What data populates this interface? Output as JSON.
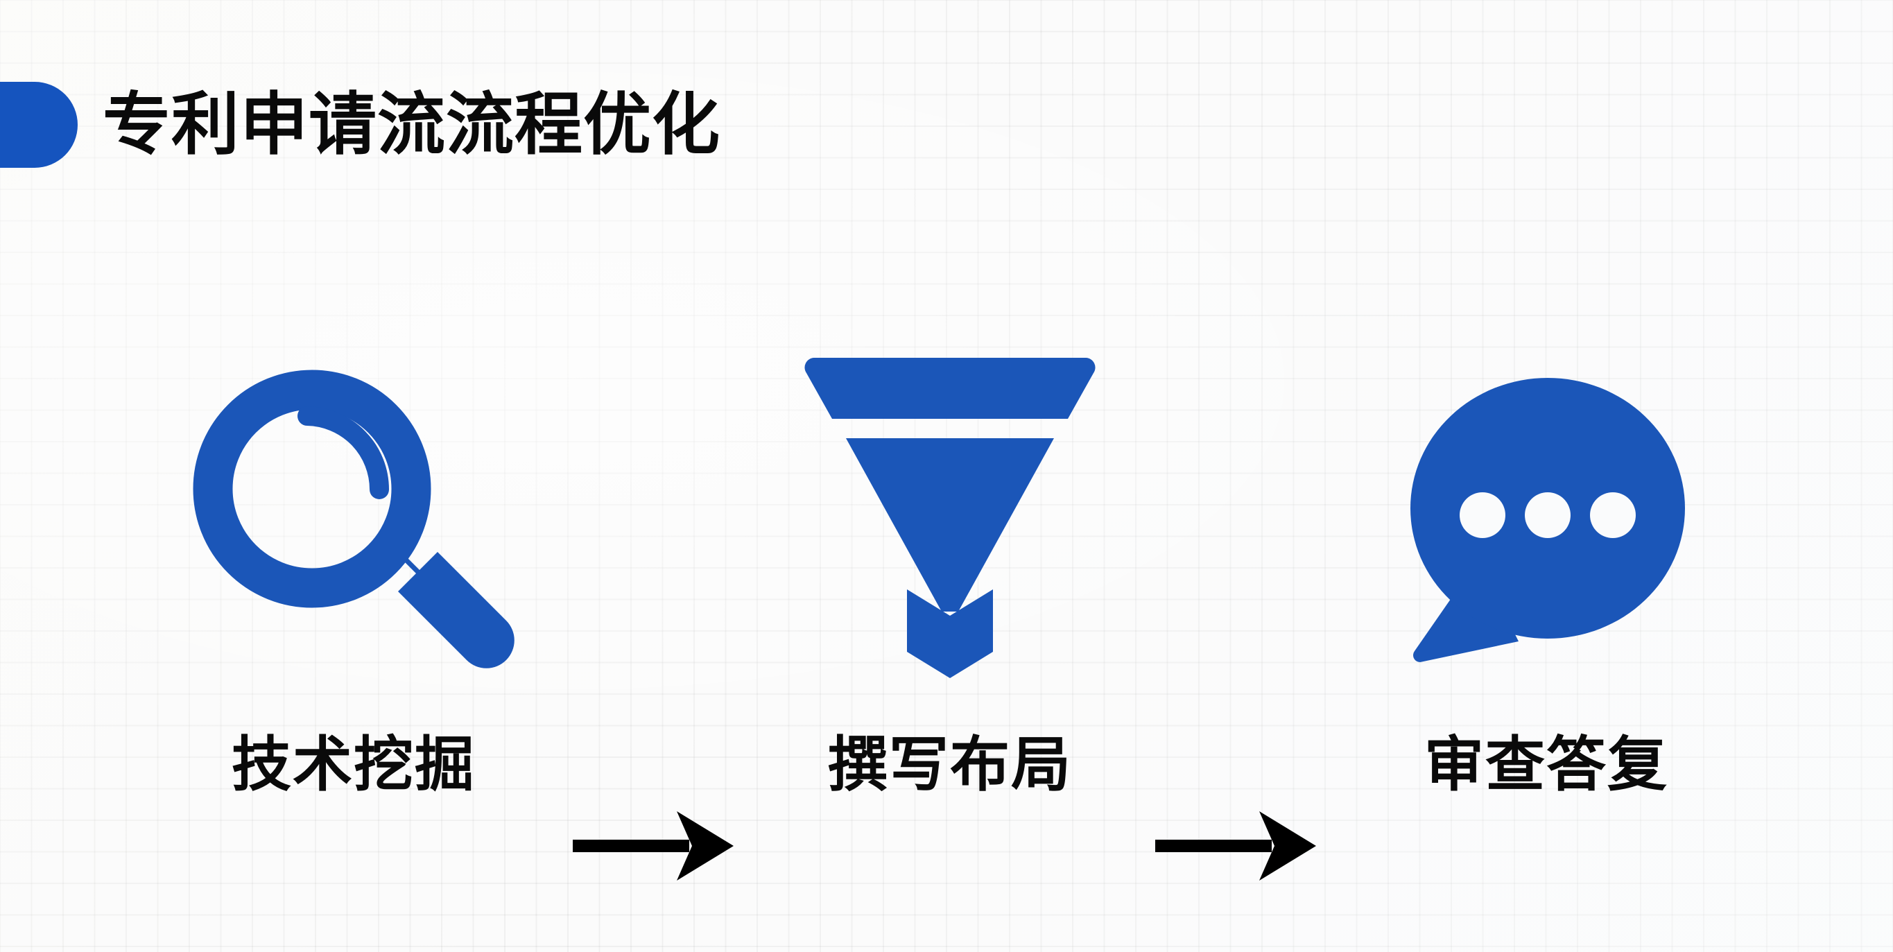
{
  "header": {
    "title": "专利申请流流程优化",
    "badge_color": "#1554BE",
    "title_color": "#0A0A0A"
  },
  "theme": {
    "accent_blue": "#1554BE",
    "icon_blue": "#1B56B8",
    "arrow_black": "#000000",
    "background": "#FBFBFB",
    "grid_line": "#F0F0F0"
  },
  "flow": {
    "steps": [
      {
        "label": "技术挖掘",
        "icon": "magnifier-icon",
        "icon_color": "#1B56B8"
      },
      {
        "label": "撰写布局",
        "icon": "funnel-icon",
        "icon_color": "#1B56B8"
      },
      {
        "label": "审查答复",
        "icon": "speech-bubble-ellipsis-icon",
        "icon_color": "#1B56B8"
      }
    ],
    "connectors": [
      {
        "icon": "arrow-right-icon",
        "color": "#000000"
      },
      {
        "icon": "arrow-right-icon",
        "color": "#000000"
      }
    ]
  }
}
